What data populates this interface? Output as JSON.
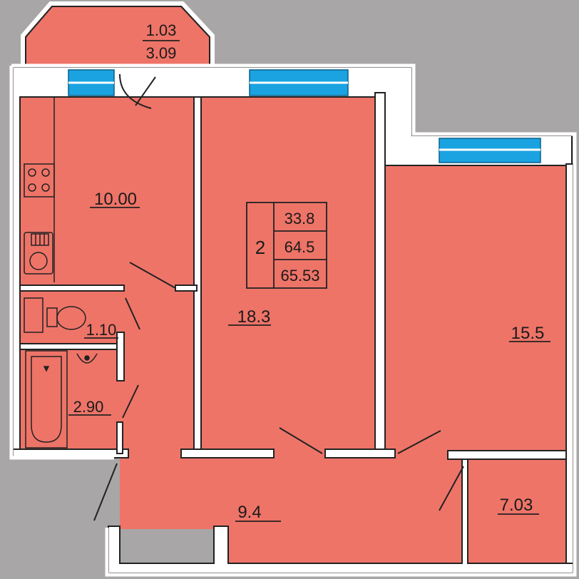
{
  "colors": {
    "background": "#a8a6a6",
    "room_fill": "#ee7468",
    "wall": "#ffffff",
    "window": "#1aa3e0",
    "line": "#222222"
  },
  "balcony": {
    "area": "1.03",
    "area_full": "3.09"
  },
  "apartment": {
    "rooms": "2",
    "living_area": "33.8",
    "total_area": "64.5",
    "total_area_with_balcony": "65.53"
  },
  "rooms": {
    "kitchen": "10.00",
    "living_room": "18.3",
    "bedroom": "15.5",
    "toilet": "1.10",
    "bathroom": "2.90",
    "hallway": "9.4",
    "storage": "7.03"
  },
  "icons": [
    "stove-icon",
    "sink-icon",
    "toilet-icon",
    "bathtub-icon",
    "washbasin-icon"
  ]
}
